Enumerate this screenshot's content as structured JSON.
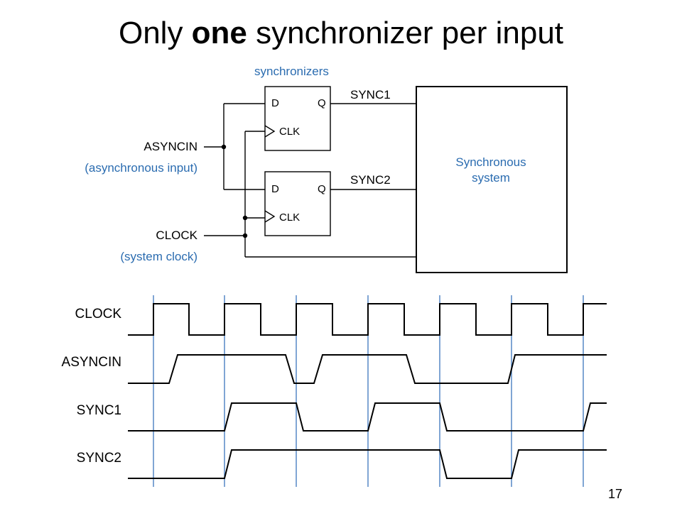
{
  "slide": {
    "title_pre": "Only ",
    "title_bold": "one",
    "title_post": " synchronizer per input",
    "page_number": "17"
  },
  "schematic": {
    "synchronizers_label": "synchronizers",
    "asyncin_label": "ASYNCIN",
    "asyncin_desc": "(asynchronous input)",
    "clock_label": "CLOCK",
    "clock_desc": "(system clock)",
    "ff_d": "D",
    "ff_q": "Q",
    "ff_clk": "CLK",
    "sync1_label": "SYNC1",
    "sync2_label": "SYNC2",
    "system_line1": "Synchronous",
    "system_line2": "system"
  },
  "timing": {
    "signals": [
      {
        "name": "CLOCK"
      },
      {
        "name": "ASYNCIN"
      },
      {
        "name": "SYNC1"
      },
      {
        "name": "SYNC2"
      }
    ]
  },
  "colors": {
    "accent_blue": "#2b6cb0",
    "line": "#000000",
    "vgrid": "#4a7fc1"
  }
}
